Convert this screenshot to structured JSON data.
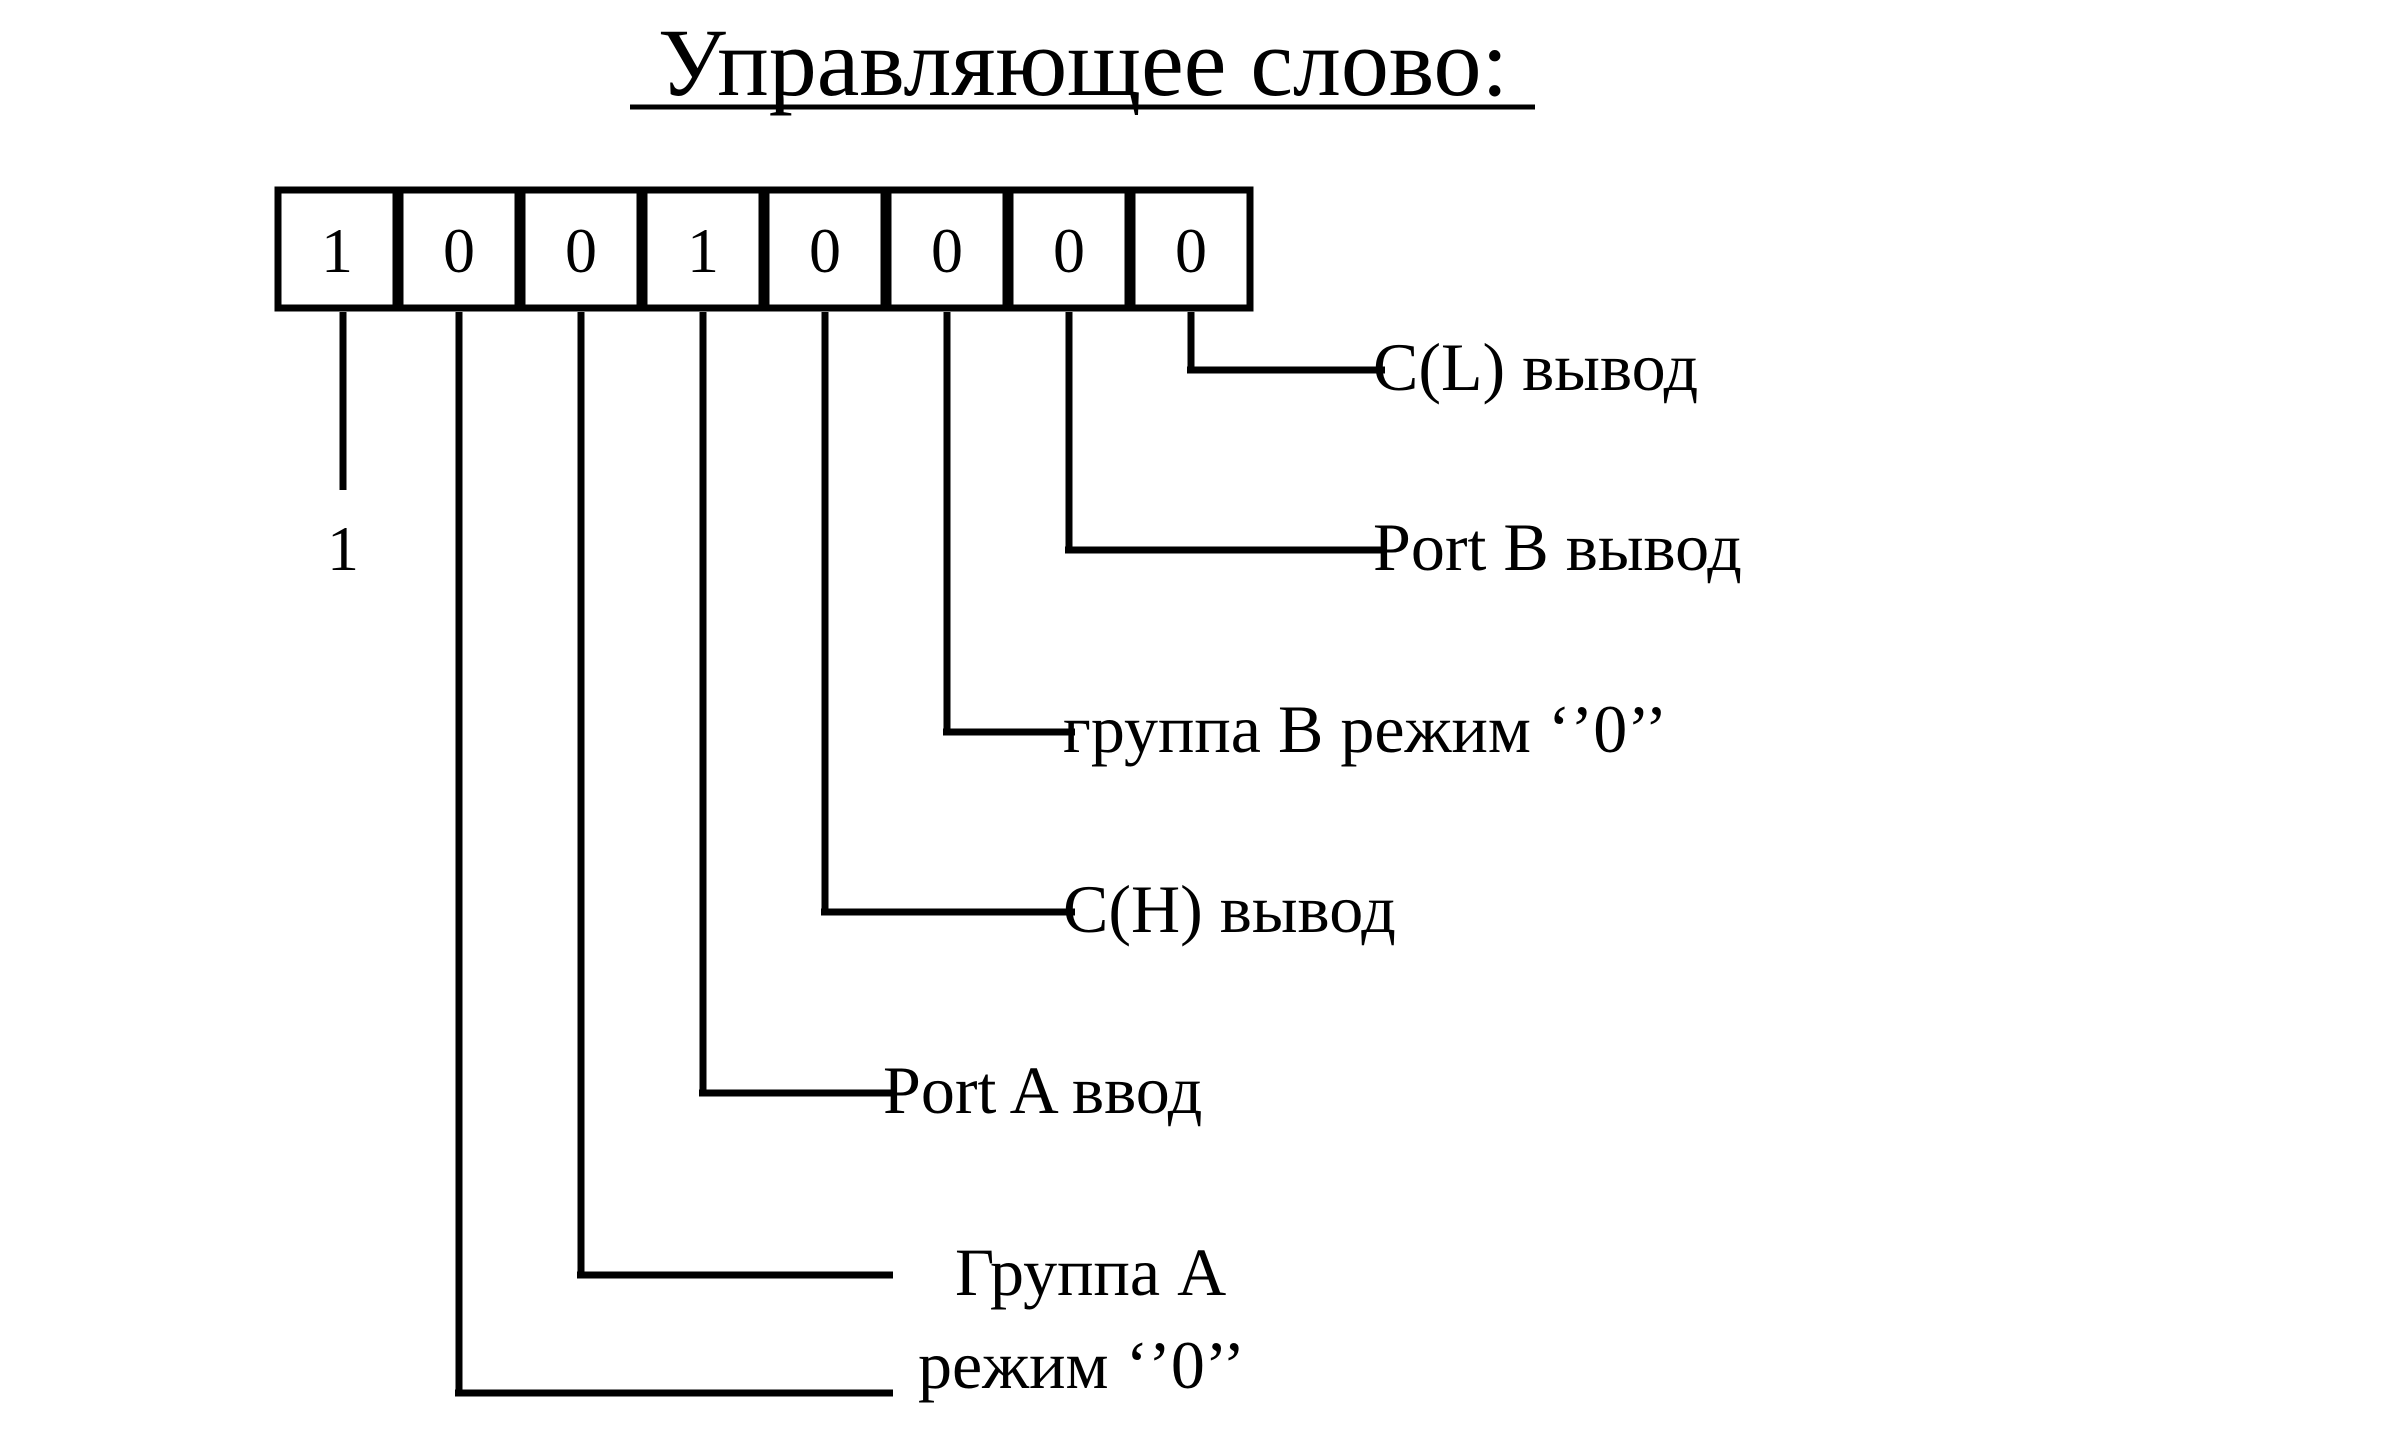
{
  "title": "Управляющее слово:",
  "bits": [
    "1",
    "0",
    "0",
    "1",
    "0",
    "0",
    "0",
    "0"
  ],
  "msb_value": "1",
  "labels": {
    "cl": "C(L) вывод",
    "port_b": "Port B вывод",
    "group_b": "группа B режим ‘’0’’",
    "ch": "C(H) вывод",
    "port_a": "Port A ввод",
    "group_a_line1": "Группа A",
    "group_a_line2": "режим ‘’0’’"
  },
  "colors": {
    "ink": "#000000",
    "background": "#ffffff"
  }
}
